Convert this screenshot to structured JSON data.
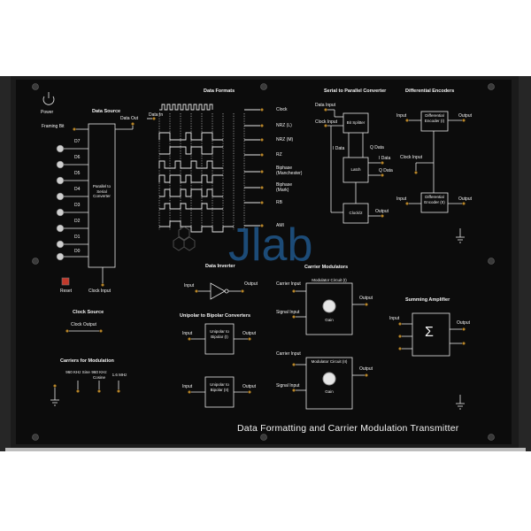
{
  "board": {
    "title": "Data Formatting and Carrier Modulation Transmitter",
    "power_label": "Power",
    "watermark": "Jlab",
    "colors": {
      "panel": "#0c0c0c",
      "frame": "#1b1b1b",
      "line": "#e6e6e6",
      "watermark": "#2a7fd0",
      "terminal": "#b8862a"
    }
  },
  "data_source": {
    "title": "Data Source",
    "framing_bit": "Framing Bit",
    "bits": [
      "D7",
      "D6",
      "D5",
      "D4",
      "D3",
      "D2",
      "D1",
      "D0"
    ],
    "converter": "Parallel to Serial Converter",
    "data_out": "Data Out",
    "reset": "Reset",
    "clock_input": "Clock Input"
  },
  "data_formats": {
    "title": "Data Formats",
    "data_in": "Data In",
    "outputs": [
      "Clock",
      "NRZ (L)",
      "NRZ (M)",
      "RZ",
      "Biphase (Manchester)",
      "Biphase (Mark)",
      "RB",
      "AMI"
    ]
  },
  "serial_parallel": {
    "title": "Serial to Parallel Converter",
    "data_input": "Data Input",
    "clock_input": "Clock Input",
    "bit_splitter": "Bit Splitter",
    "i_data": "I Data",
    "q_data": "Q Data",
    "i_data_out": "I Data",
    "q_data_out": "Q Data",
    "latch": "Latch",
    "clock_div": "Clock/2",
    "output": "Output"
  },
  "differential_encoders": {
    "title": "Differential Encoders",
    "input": "Input",
    "output": "Output",
    "encoder_1": "Differential Encoder (I)",
    "clock_input": "Clock Input",
    "encoder_2": "Differential Encoder (II)"
  },
  "data_inverter": {
    "title": "Data Inverter",
    "input": "Input",
    "output": "Output"
  },
  "unipolar_bipolar": {
    "title": "Unipolar to Bipolar Converters",
    "input": "Input",
    "output": "Output",
    "block_1": "Unipolar to Bipolar (I)",
    "block_2": "Unipolar to Bipolar (II)"
  },
  "carrier_modulators": {
    "title": "Carrier Modulators",
    "carrier_input": "Carrier Input",
    "signal_input": "Signal Input",
    "output": "Output",
    "block_1": "Modulator Circuit (I)",
    "block_2": "Modulator Circuit (II)",
    "gain": "Gain"
  },
  "summing_amplifier": {
    "title": "Summing Amplifier",
    "input": "Input",
    "output": "Output",
    "symbol": "Σ"
  },
  "clock_source": {
    "title": "Clock Source",
    "output": "Clock Output"
  },
  "carriers": {
    "title": "Carriers for Modulation",
    "items": [
      "960 KHz Sine",
      "960 KHz Cosine",
      "1.6 MHz"
    ]
  }
}
